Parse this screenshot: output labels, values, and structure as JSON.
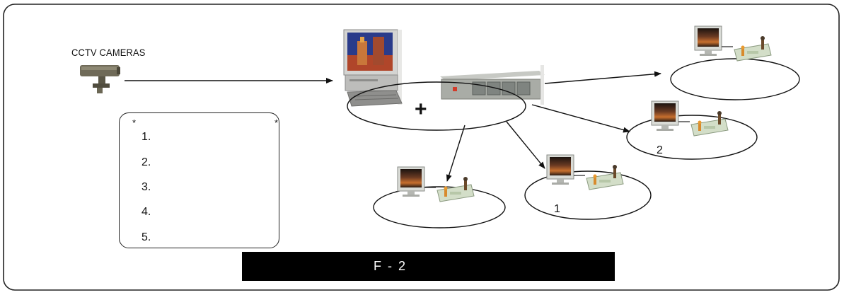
{
  "camera": {
    "label": "CCTV CAMERAS"
  },
  "notes": {
    "star_left": "*",
    "star_right": "*",
    "items": [
      "1.",
      "2.",
      "3.",
      "4.",
      "5."
    ]
  },
  "hub": {
    "plus": "+"
  },
  "monitors": {
    "label_1": "1",
    "label_2": "2"
  },
  "figure": {
    "label": "F - 2"
  },
  "colors": {
    "frame": "#222222",
    "figure_bar": "#000000",
    "monitor_case": "#c8cac6",
    "screen_sky": "#6a3a22",
    "keyboard_base": "#d3dec8"
  }
}
